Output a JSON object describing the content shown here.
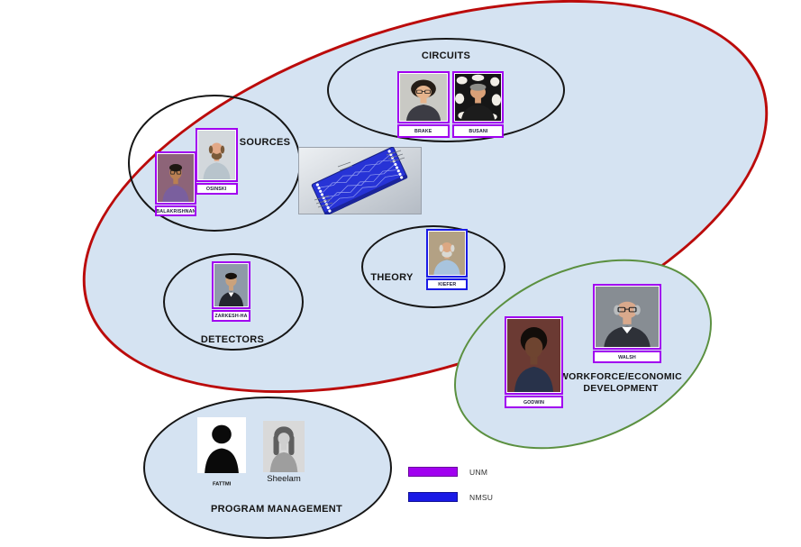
{
  "legend": {
    "unm": {
      "label": "UNM",
      "color": "#a100f0"
    },
    "nmsu": {
      "label": "NMSU",
      "color": "#1a1ae6"
    }
  },
  "groups": {
    "circuits": {
      "label": "CIRCUITS",
      "members": [
        {
          "name": "BRAKE",
          "org": "UNM",
          "photo": {
            "bg": "#c9c9c4",
            "skin": "#e6b48d",
            "hair": "#241c16",
            "shirt": "#3c3c44",
            "style": "curly",
            "glasses": true
          }
        },
        {
          "name": "BUSANI",
          "org": "UNM",
          "photo": {
            "bg": "#161616",
            "skin": "#d9a077",
            "hair": "#8d8d88",
            "shirt": "#1c1c1c",
            "style": "short",
            "pattern": "blobs"
          }
        }
      ]
    },
    "sources": {
      "label": "SOURCES",
      "members": [
        {
          "name": "BALAKRISHNAN",
          "org": "UNM",
          "photo": {
            "bg": "#8d6478",
            "skin": "#b97f52",
            "hair": "#1d1712",
            "shirt": "#7a5f9e",
            "style": "short",
            "glasses": true
          }
        },
        {
          "name": "OSINSKI",
          "org": "UNM",
          "photo": {
            "bg": "#d3d8dc",
            "skin": "#e2a887",
            "hair": "#7a5a3a",
            "shirt": "#b8c4cc",
            "style": "fringe",
            "beard": true
          }
        }
      ]
    },
    "theory": {
      "label": "THEORY",
      "members": [
        {
          "name": "KIEFER",
          "org": "NMSU",
          "photo": {
            "bg": "#b3a184",
            "skin": "#dca883",
            "hair": "#d9d9d4",
            "shirt": "#a8c4de",
            "style": "fringe",
            "beard": true
          }
        }
      ]
    },
    "detectors": {
      "label": "DETECTORS",
      "members": [
        {
          "name": "ZARKESH-HA",
          "org": "UNM",
          "photo": {
            "bg": "#8e9aa8",
            "skin": "#caa27c",
            "hair": "#15100c",
            "shirt": "#23262e",
            "style": "short",
            "collar": true
          }
        }
      ]
    },
    "workforce": {
      "label": "WORKFORCE/ECONOMIC DEVELOPMENT",
      "members": [
        {
          "name": "WALSH",
          "org": "UNM",
          "photo": {
            "bg": "#878d93",
            "skin": "#d9a98c",
            "hair": "#b9bcbe",
            "shirt": "#2e3138",
            "style": "fringe",
            "glasses": true,
            "collar": true
          }
        },
        {
          "name": "GODWIN",
          "org": "UNM",
          "photo": {
            "bg": "#6b3a33",
            "skin": "#6e4430",
            "hair": "#120d0a",
            "shirt": "#28324a",
            "style": "afro"
          }
        }
      ]
    },
    "program": {
      "label": "PROGRAM MANAGEMENT",
      "members": [
        {
          "name": "FATTMI",
          "photo": {
            "style": "silhouette-male"
          }
        },
        {
          "name": "Sheelam",
          "photo": {
            "style": "silhouette-female"
          }
        }
      ]
    }
  }
}
